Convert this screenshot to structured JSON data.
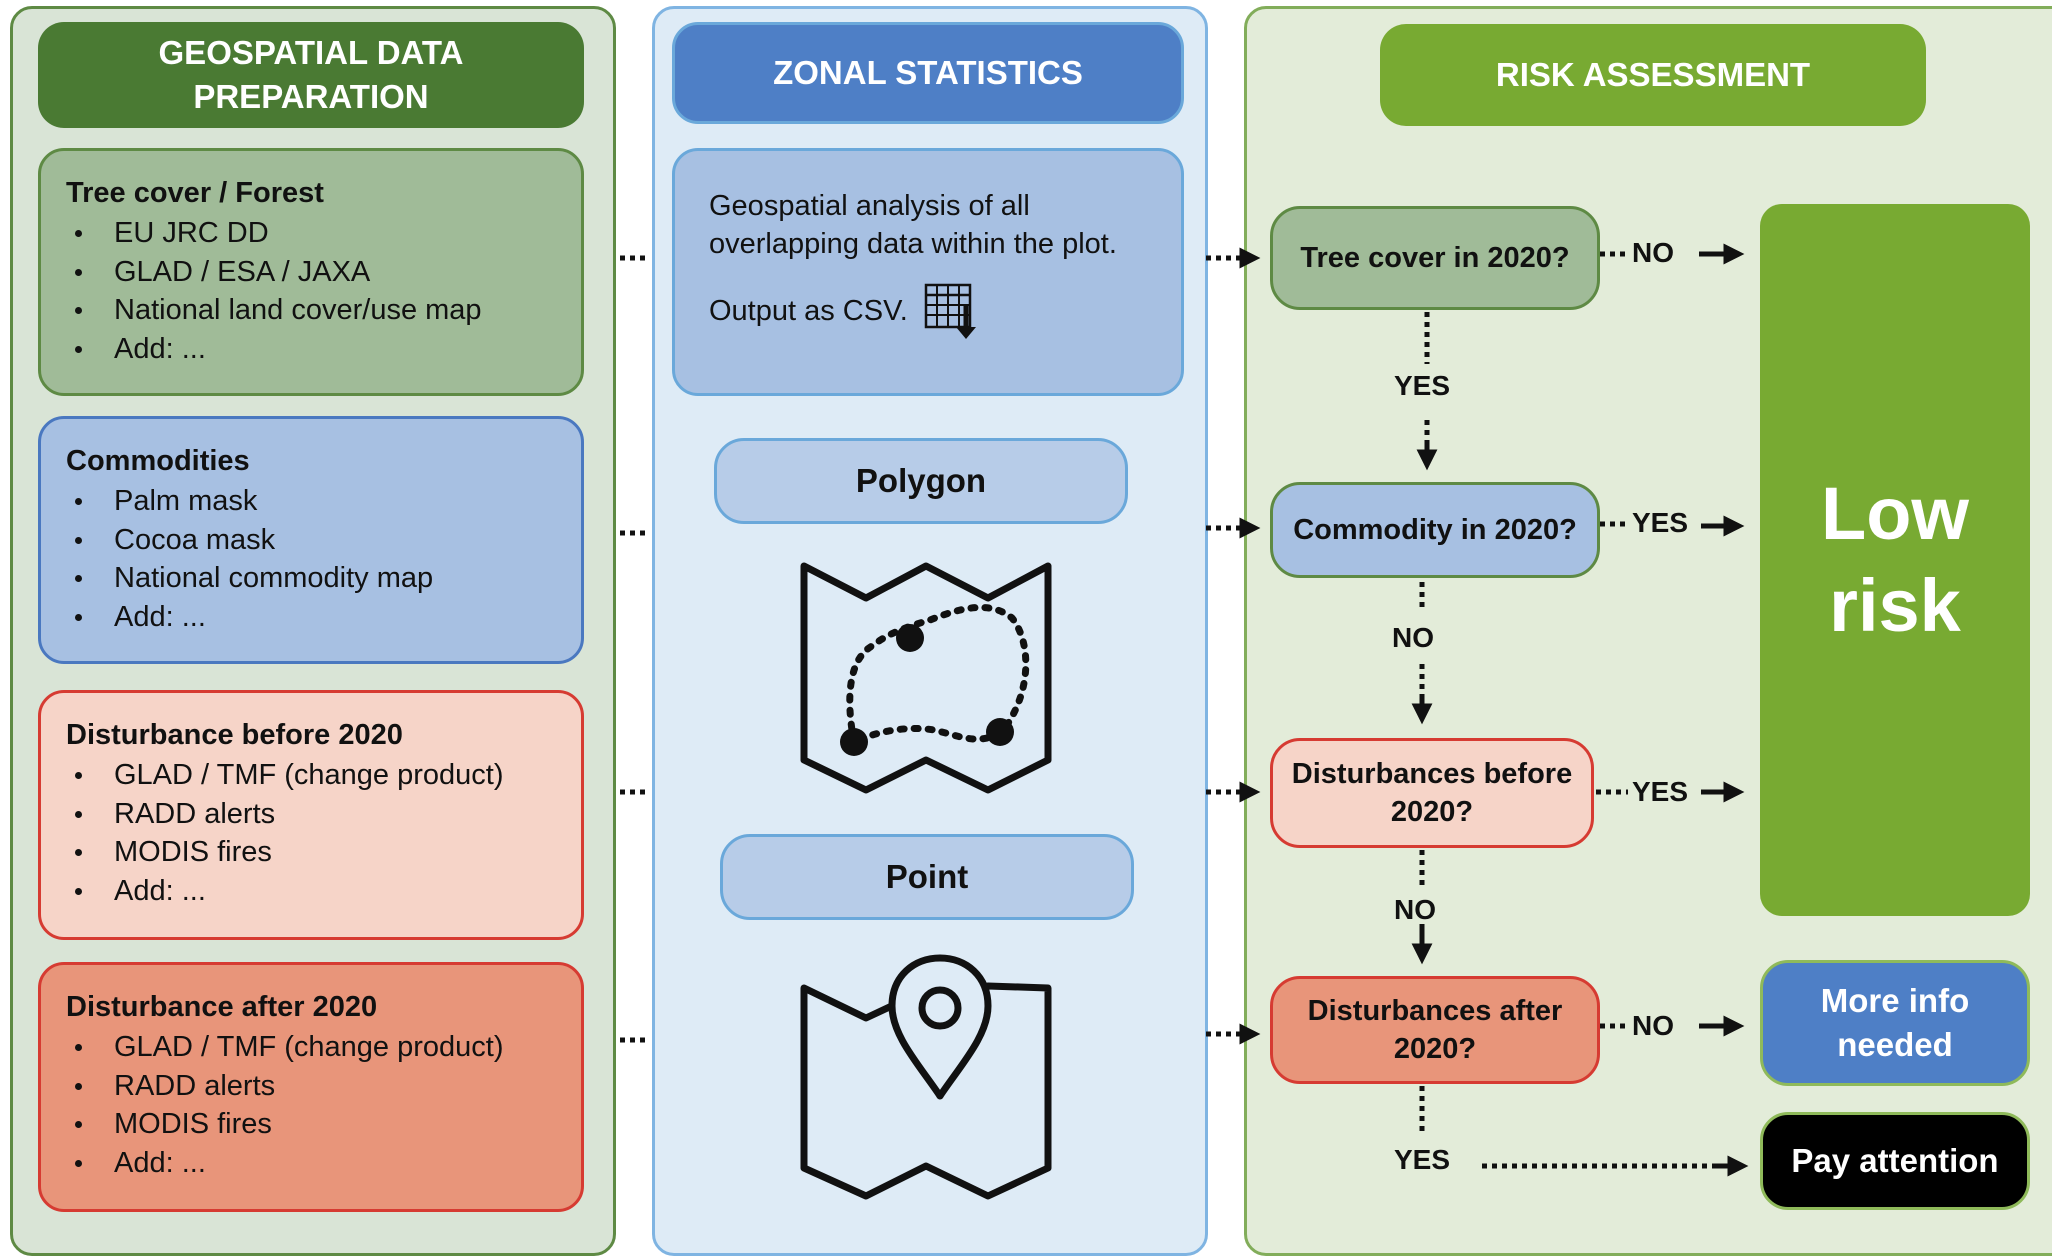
{
  "columns": {
    "prep": {
      "title": "GEOSPATIAL DATA PREPARATION"
    },
    "zonal": {
      "title": "ZONAL STATISTICS"
    },
    "risk": {
      "title": "RISK ASSESSMENT"
    }
  },
  "sources": [
    {
      "title": "Tree cover / Forest",
      "items": [
        "EU JRC DD",
        "GLAD / ESA / JAXA",
        "National land cover/use map",
        "Add: ..."
      ]
    },
    {
      "title": "Commodities",
      "items": [
        "Palm mask",
        "Cocoa mask",
        "National commodity map",
        "Add: ..."
      ]
    },
    {
      "title": "Disturbance before 2020",
      "items": [
        "GLAD / TMF (change product)",
        "RADD alerts",
        "MODIS fires",
        "Add: ..."
      ]
    },
    {
      "title": "Disturbance after 2020",
      "items": [
        "GLAD / TMF (change product)",
        "RADD alerts",
        "MODIS fires",
        "Add: ..."
      ]
    }
  ],
  "zonal": {
    "analysis_text": "Geospatial analysis of all overlapping data within the plot.",
    "output_text": "Output as CSV.",
    "polygon_label": "Polygon",
    "point_label": "Point",
    "icons": [
      "csv-table-icon",
      "polygon-map-icon",
      "point-map-icon"
    ]
  },
  "decisions": [
    {
      "question": "Tree cover in 2020?",
      "side_label": "NO",
      "down_label": "YES"
    },
    {
      "question": "Commodity in 2020?",
      "side_label": "YES",
      "down_label": "NO"
    },
    {
      "question": "Disturbances before 2020?",
      "side_label": "YES",
      "down_label": "NO"
    },
    {
      "question": "Disturbances after 2020?",
      "side_label": "NO",
      "down_label": "YES"
    }
  ],
  "outcomes": {
    "low_risk": "Low risk",
    "more_info": "More info needed",
    "pay_attention": "Pay attention"
  },
  "colors": {
    "dark_green": "#4a7a33",
    "light_green_bg": "#d9e4d6",
    "sage": "#a0bb98",
    "blue_header": "#4e7fc6",
    "light_blue_bg": "#deebf6",
    "blue_box": "#a7c0e2",
    "risk_green_header": "#78aa32",
    "risk_bg": "#e3ecd9",
    "salmon_light": "#f6d4c8",
    "salmon_dark": "#e8957a",
    "red_border": "#d63b32",
    "black": "#000000"
  }
}
